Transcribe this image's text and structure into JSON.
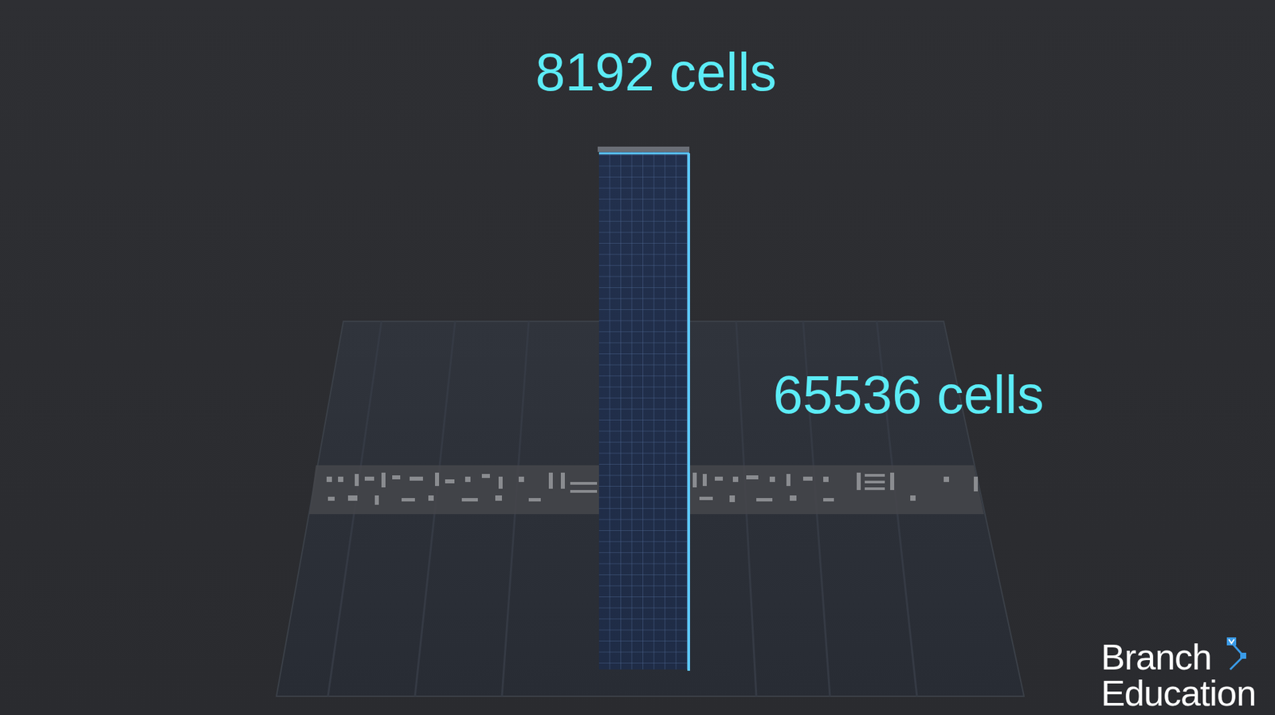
{
  "diagram": {
    "labels": [
      "8192 cells",
      "65536 cells",
      "Branch Education"
    ]
  }
}
